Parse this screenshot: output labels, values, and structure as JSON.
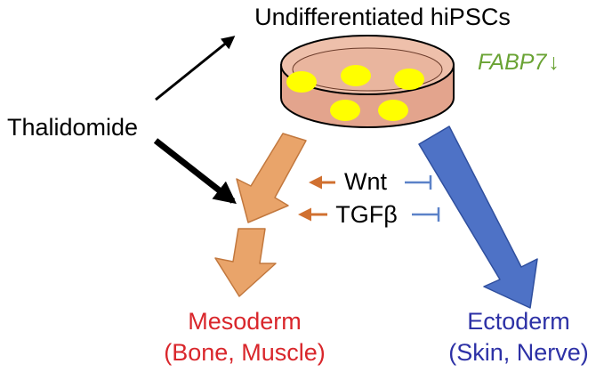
{
  "title": "Undifferentiated hiPSCs",
  "drug": "Thalidomide",
  "marker": {
    "gene": "FABP7",
    "arrow": "↓",
    "color": "#6aa334"
  },
  "signals": [
    "Wnt",
    "TGFβ"
  ],
  "mesoderm": {
    "label": "Mesoderm",
    "detail": "(Bone, Muscle)",
    "color": "#d9262b"
  },
  "ectoderm": {
    "label": "Ectoderm",
    "detail": "(Skin, Nerve)",
    "color": "#2d31a6"
  },
  "colors": {
    "mesoderm_arrow": "#e9a46a",
    "ectoderm_arrow": "#4e72c6",
    "promote_arrow": "#d07030",
    "inhibit_line": "#5b82c8",
    "dish_fill": "#e7b19b",
    "colony_fill": "#ffff00"
  },
  "icons": [
    "petri-dish-icon",
    "colony-icon",
    "promote-arrow-icon",
    "inhibit-bar-icon"
  ]
}
